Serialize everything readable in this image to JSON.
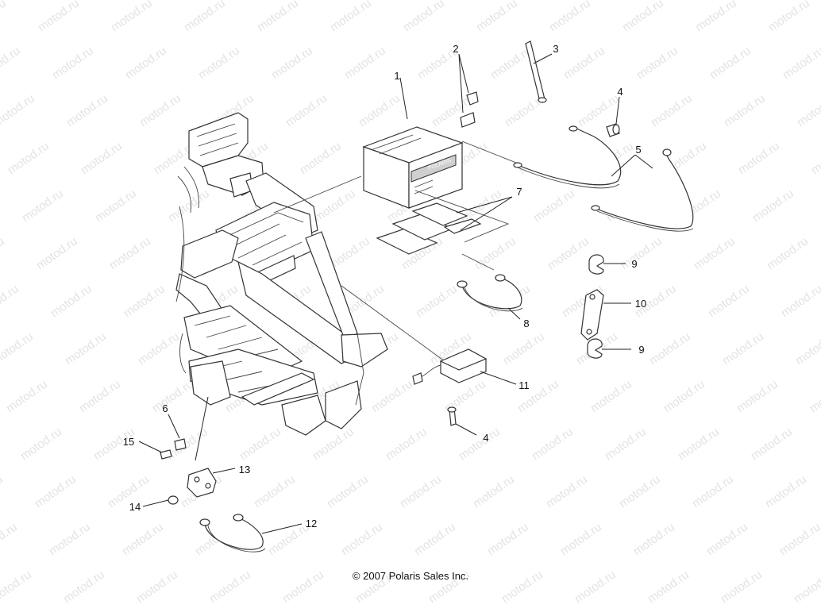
{
  "watermark": "motod.ru",
  "copyright": "© 2007 Polaris Sales Inc.",
  "battery_brand": "POLARIS",
  "callouts": [
    {
      "id": "c1",
      "label": "1"
    },
    {
      "id": "c2",
      "label": "2"
    },
    {
      "id": "c3",
      "label": "3"
    },
    {
      "id": "c4a",
      "label": "4"
    },
    {
      "id": "c4b",
      "label": "4"
    },
    {
      "id": "c5",
      "label": "5"
    },
    {
      "id": "c6",
      "label": "6"
    },
    {
      "id": "c7",
      "label": "7"
    },
    {
      "id": "c8",
      "label": "8"
    },
    {
      "id": "c9a",
      "label": "9"
    },
    {
      "id": "c9b",
      "label": "9"
    },
    {
      "id": "c10",
      "label": "10"
    },
    {
      "id": "c11",
      "label": "11"
    },
    {
      "id": "c12",
      "label": "12"
    },
    {
      "id": "c13",
      "label": "13"
    },
    {
      "id": "c14",
      "label": "14"
    },
    {
      "id": "c15",
      "label": "15"
    }
  ]
}
